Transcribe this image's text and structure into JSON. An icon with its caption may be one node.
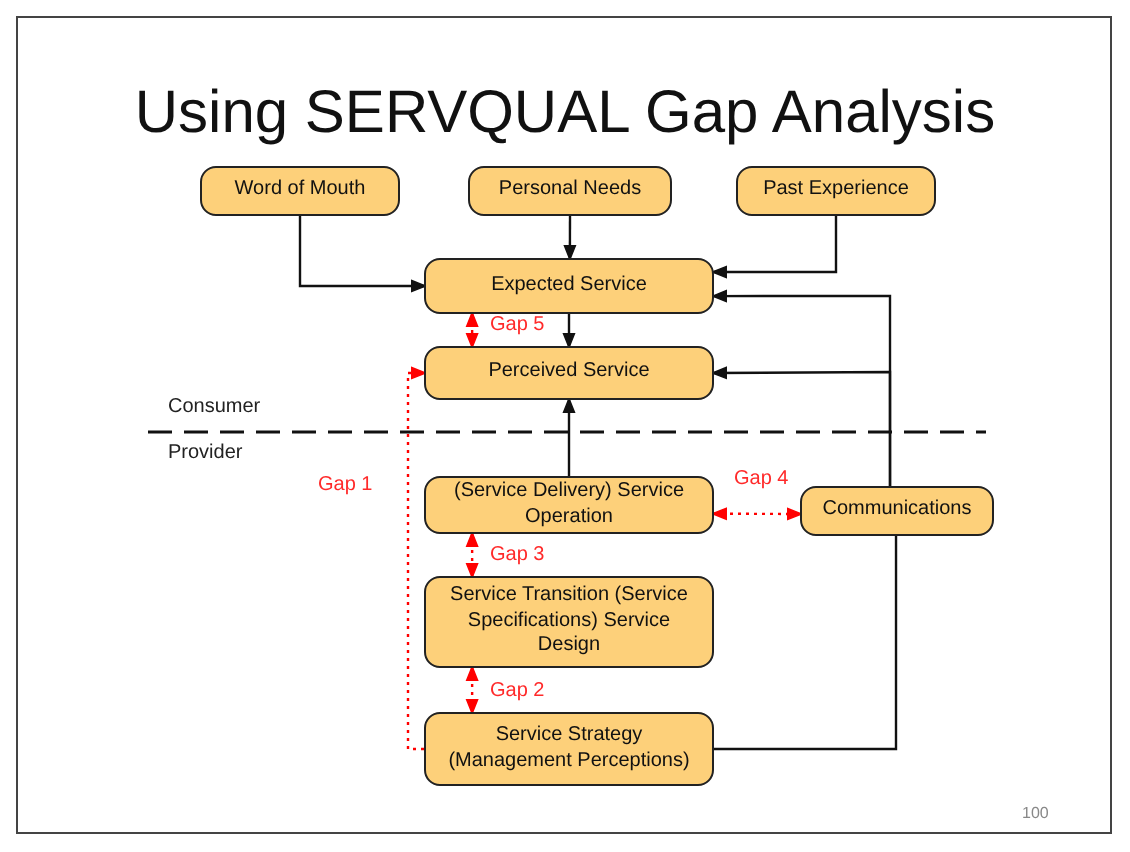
{
  "diagram": {
    "title": "Using SERVQUAL Gap Analysis",
    "nodes": [
      {
        "text": [
          "Word of Mouth"
        ]
      },
      {
        "text": [
          "Personal Needs"
        ]
      },
      {
        "text": [
          "Past Experience"
        ]
      },
      {
        "text": [
          "Expected Service"
        ]
      },
      {
        "text": [
          "Perceived Service"
        ]
      },
      {
        "text": [
          "(Service Delivery) Service Operation"
        ]
      },
      {
        "text": [
          "Communications"
        ]
      },
      {
        "text": [
          "Service Transition (Service Specifications) Service Design"
        ]
      },
      {
        "text": [
          "Service Strategy (Management Perceptions)"
        ]
      }
    ],
    "edges": [
      {
        "from": 0,
        "to": 3,
        "arrow": "to"
      },
      {
        "from": 1,
        "to": 3,
        "arrow": "to"
      },
      {
        "from": 2,
        "to": 3,
        "arrow": "to"
      },
      {
        "from": 3,
        "to": 4,
        "arrow": "to"
      },
      {
        "from": 5,
        "to": 4,
        "arrow": "to"
      },
      {
        "from": 6,
        "to": 3,
        "arrow": "to"
      },
      {
        "from": 6,
        "to": 4,
        "arrow": "to"
      },
      {
        "from": 8,
        "to": 6,
        "arrow": "none"
      },
      {
        "from": 3,
        "to": 4,
        "arrow": "both",
        "label": "Gap 5",
        "style": "dashed",
        "color": "#ff0000"
      },
      {
        "from": 8,
        "to": 4,
        "arrow": "to",
        "label": "Gap 1",
        "style": "dashed",
        "color": "#ff0000"
      },
      {
        "from": 5,
        "to": 6,
        "arrow": "both",
        "label": "Gap 4",
        "style": "dashed",
        "color": "#ff0000"
      },
      {
        "from": 5,
        "to": 7,
        "arrow": "both",
        "label": "Gap 3",
        "style": "dashed",
        "color": "#ff0000"
      },
      {
        "from": 7,
        "to": 8,
        "arrow": "both",
        "label": "Gap 2",
        "style": "dashed",
        "color": "#ff0000"
      }
    ],
    "labels": [
      "Consumer",
      "Provider",
      "100"
    ]
  }
}
